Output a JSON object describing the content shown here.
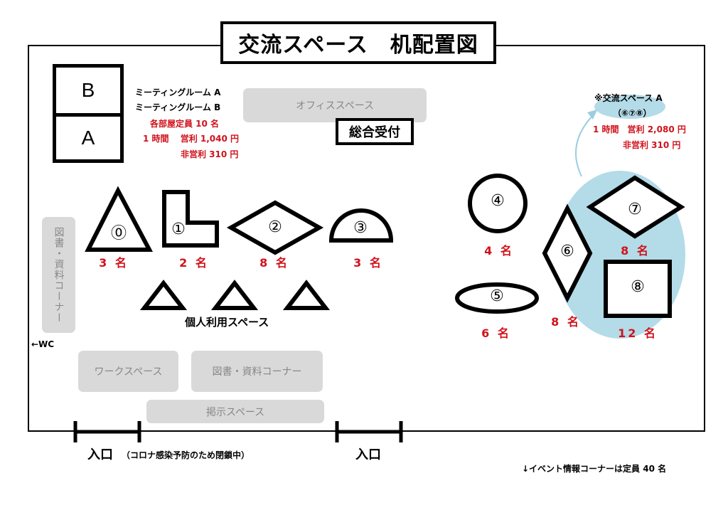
{
  "title": "交流スペース　机配置図",
  "meeting_room": {
    "room_b": "B",
    "room_a": "A",
    "name_a": "ミーティングルーム A",
    "name_b": "ミーティングルーム B",
    "capacity": "各部屋定員 10 名",
    "price_line": "1 時間　 営利 1,040 円",
    "nonprofit_line": "非営利 310 円"
  },
  "areas": {
    "office": "オフィススペース",
    "reception": "総合受付",
    "library_vertical": "図書・資料コーナー",
    "work": "ワークスペース",
    "library": "図書・資料コーナー",
    "notice": "掲示スペース",
    "personal": "個人利用スペース",
    "wc": "←WC"
  },
  "exchange_a": {
    "title": "※交流スペース A",
    "members": "（⑥⑦⑧）",
    "price_line": "1 時間　営利 2,080 円",
    "nonprofit_line": "非営利 310 円"
  },
  "tables": [
    {
      "id": "⓪",
      "shape": "triangle",
      "count": "3 名"
    },
    {
      "id": "①",
      "shape": "l-shape",
      "count": "2 名"
    },
    {
      "id": "②",
      "shape": "diamond",
      "count": "8 名"
    },
    {
      "id": "③",
      "shape": "semicircle",
      "count": "3 名"
    },
    {
      "id": "④",
      "shape": "circle",
      "count": "4 名"
    },
    {
      "id": "⑤",
      "shape": "ellipse",
      "count": "6 名"
    },
    {
      "id": "⑥",
      "shape": "diamond",
      "count": "8 名"
    },
    {
      "id": "⑦",
      "shape": "diamond",
      "count": "8 名"
    },
    {
      "id": "⑧",
      "shape": "square",
      "count": "12 名"
    }
  ],
  "entrances": {
    "left_label": "入口",
    "left_note": "（コロナ感染予防のため閉鎖中）",
    "right_label": "入口"
  },
  "footer_note": "↓イベント情報コーナーは定員 40 名",
  "colors": {
    "accent_red": "#d0121b",
    "exchange_area": "#b4dbe8",
    "area_gray": "#d9d9d9"
  }
}
